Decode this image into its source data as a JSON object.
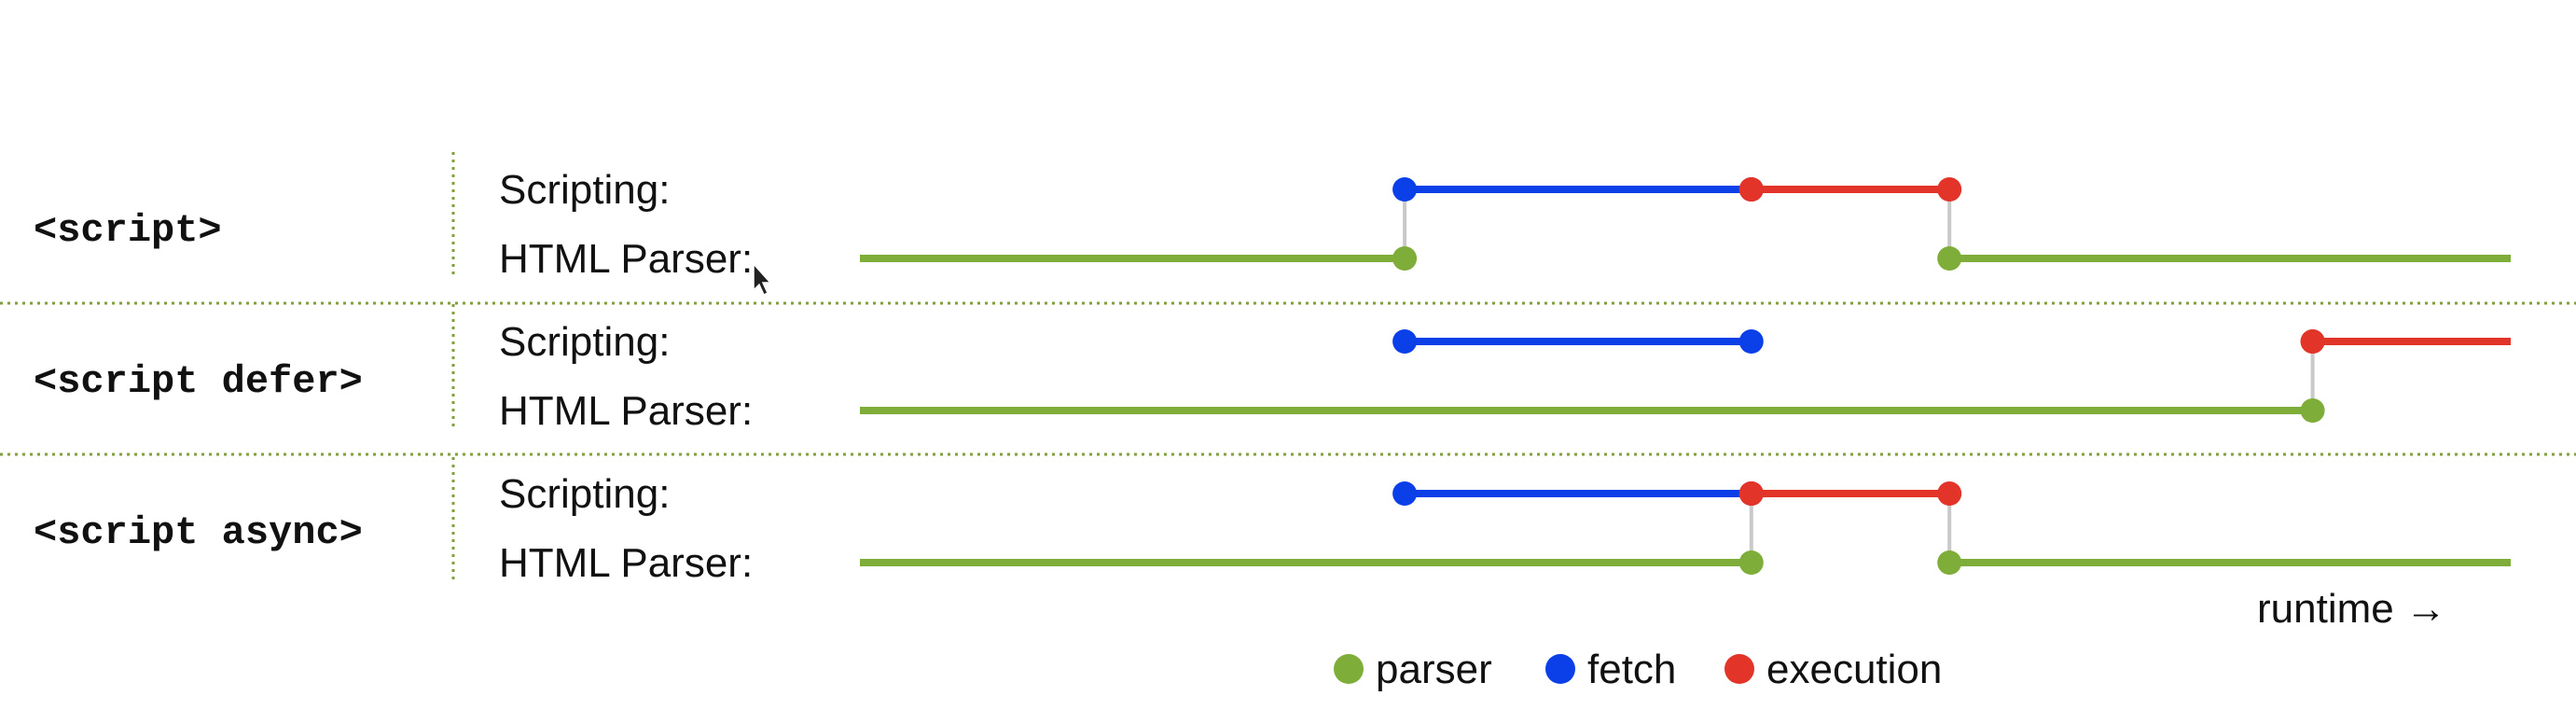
{
  "colors": {
    "parser": "#7FAD39",
    "fetch": "#0B3FE8",
    "execution": "#E3342A",
    "connector": "#C9C9C9",
    "divider": "#7FA03A"
  },
  "row_labels": {
    "scripting": "Scripting:",
    "parser": "HTML Parser:"
  },
  "sections": [
    {
      "tag": "<script>",
      "scripting": [
        {
          "type": "fetch",
          "start": 0.33,
          "end": 0.54
        },
        {
          "type": "execution",
          "start": 0.54,
          "end": 0.66
        }
      ],
      "parser": [
        {
          "type": "parser",
          "start": 0.0,
          "end": 0.33
        },
        {
          "type": "parser",
          "start": 0.66,
          "end": 1.0
        }
      ],
      "connectors": [
        0.33,
        0.66
      ]
    },
    {
      "tag": "<script defer>",
      "scripting": [
        {
          "type": "fetch",
          "start": 0.33,
          "end": 0.54
        },
        {
          "type": "execution",
          "start": 0.88,
          "end": 1.0,
          "open_end": true
        }
      ],
      "parser": [
        {
          "type": "parser",
          "start": 0.0,
          "end": 0.88
        }
      ],
      "connectors": [
        0.88
      ]
    },
    {
      "tag": "<script async>",
      "scripting": [
        {
          "type": "fetch",
          "start": 0.33,
          "end": 0.54
        },
        {
          "type": "execution",
          "start": 0.54,
          "end": 0.66
        }
      ],
      "parser": [
        {
          "type": "parser",
          "start": 0.0,
          "end": 0.54
        },
        {
          "type": "parser",
          "start": 0.66,
          "end": 1.0
        }
      ],
      "connectors": [
        0.54,
        0.66
      ]
    }
  ],
  "axis": {
    "label": "runtime →"
  },
  "legend": [
    {
      "key": "parser",
      "label": "parser"
    },
    {
      "key": "fetch",
      "label": "fetch"
    },
    {
      "key": "execution",
      "label": "execution"
    }
  ]
}
